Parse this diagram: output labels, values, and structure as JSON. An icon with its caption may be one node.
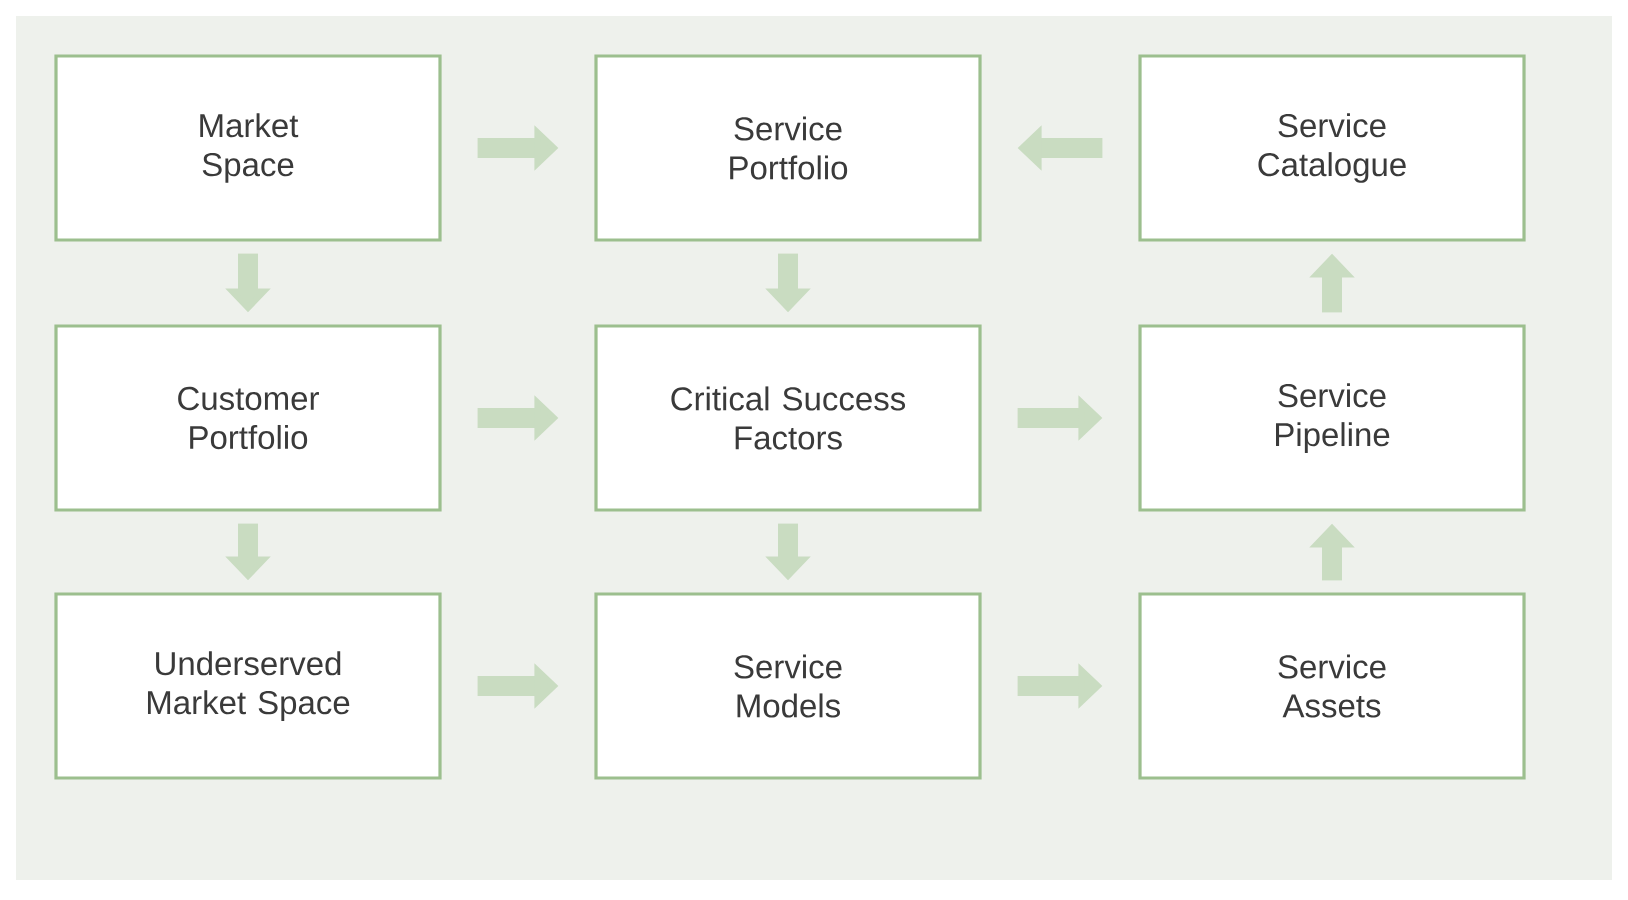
{
  "diagram": {
    "nodes": [
      {
        "text": [
          "Market Space"
        ]
      },
      {
        "text": [
          "Service Portfolio"
        ]
      },
      {
        "text": [
          "Service Catalogue"
        ]
      },
      {
        "text": [
          "Customer Portfolio"
        ]
      },
      {
        "text": [
          "Critical Success Factors"
        ]
      },
      {
        "text": [
          "Service Pipeline"
        ]
      },
      {
        "text": [
          "Underserved Market Space"
        ]
      },
      {
        "text": [
          "Service Models"
        ]
      },
      {
        "text": [
          "Service Assets"
        ]
      }
    ],
    "edges": [
      {
        "from": 0,
        "to": 1,
        "arrow": "to"
      },
      {
        "from": 2,
        "to": 1,
        "arrow": "to"
      },
      {
        "from": 0,
        "to": 3,
        "arrow": "to"
      },
      {
        "from": 1,
        "to": 4,
        "arrow": "to"
      },
      {
        "from": 5,
        "to": 2,
        "arrow": "to"
      },
      {
        "from": 3,
        "to": 4,
        "arrow": "to"
      },
      {
        "from": 4,
        "to": 5,
        "arrow": "to"
      },
      {
        "from": 3,
        "to": 6,
        "arrow": "to"
      },
      {
        "from": 4,
        "to": 7,
        "arrow": "to"
      },
      {
        "from": 6,
        "to": 7,
        "arrow": "to"
      },
      {
        "from": 7,
        "to": 8,
        "arrow": "to"
      },
      {
        "from": 8,
        "to": 5,
        "arrow": "to"
      }
    ]
  }
}
